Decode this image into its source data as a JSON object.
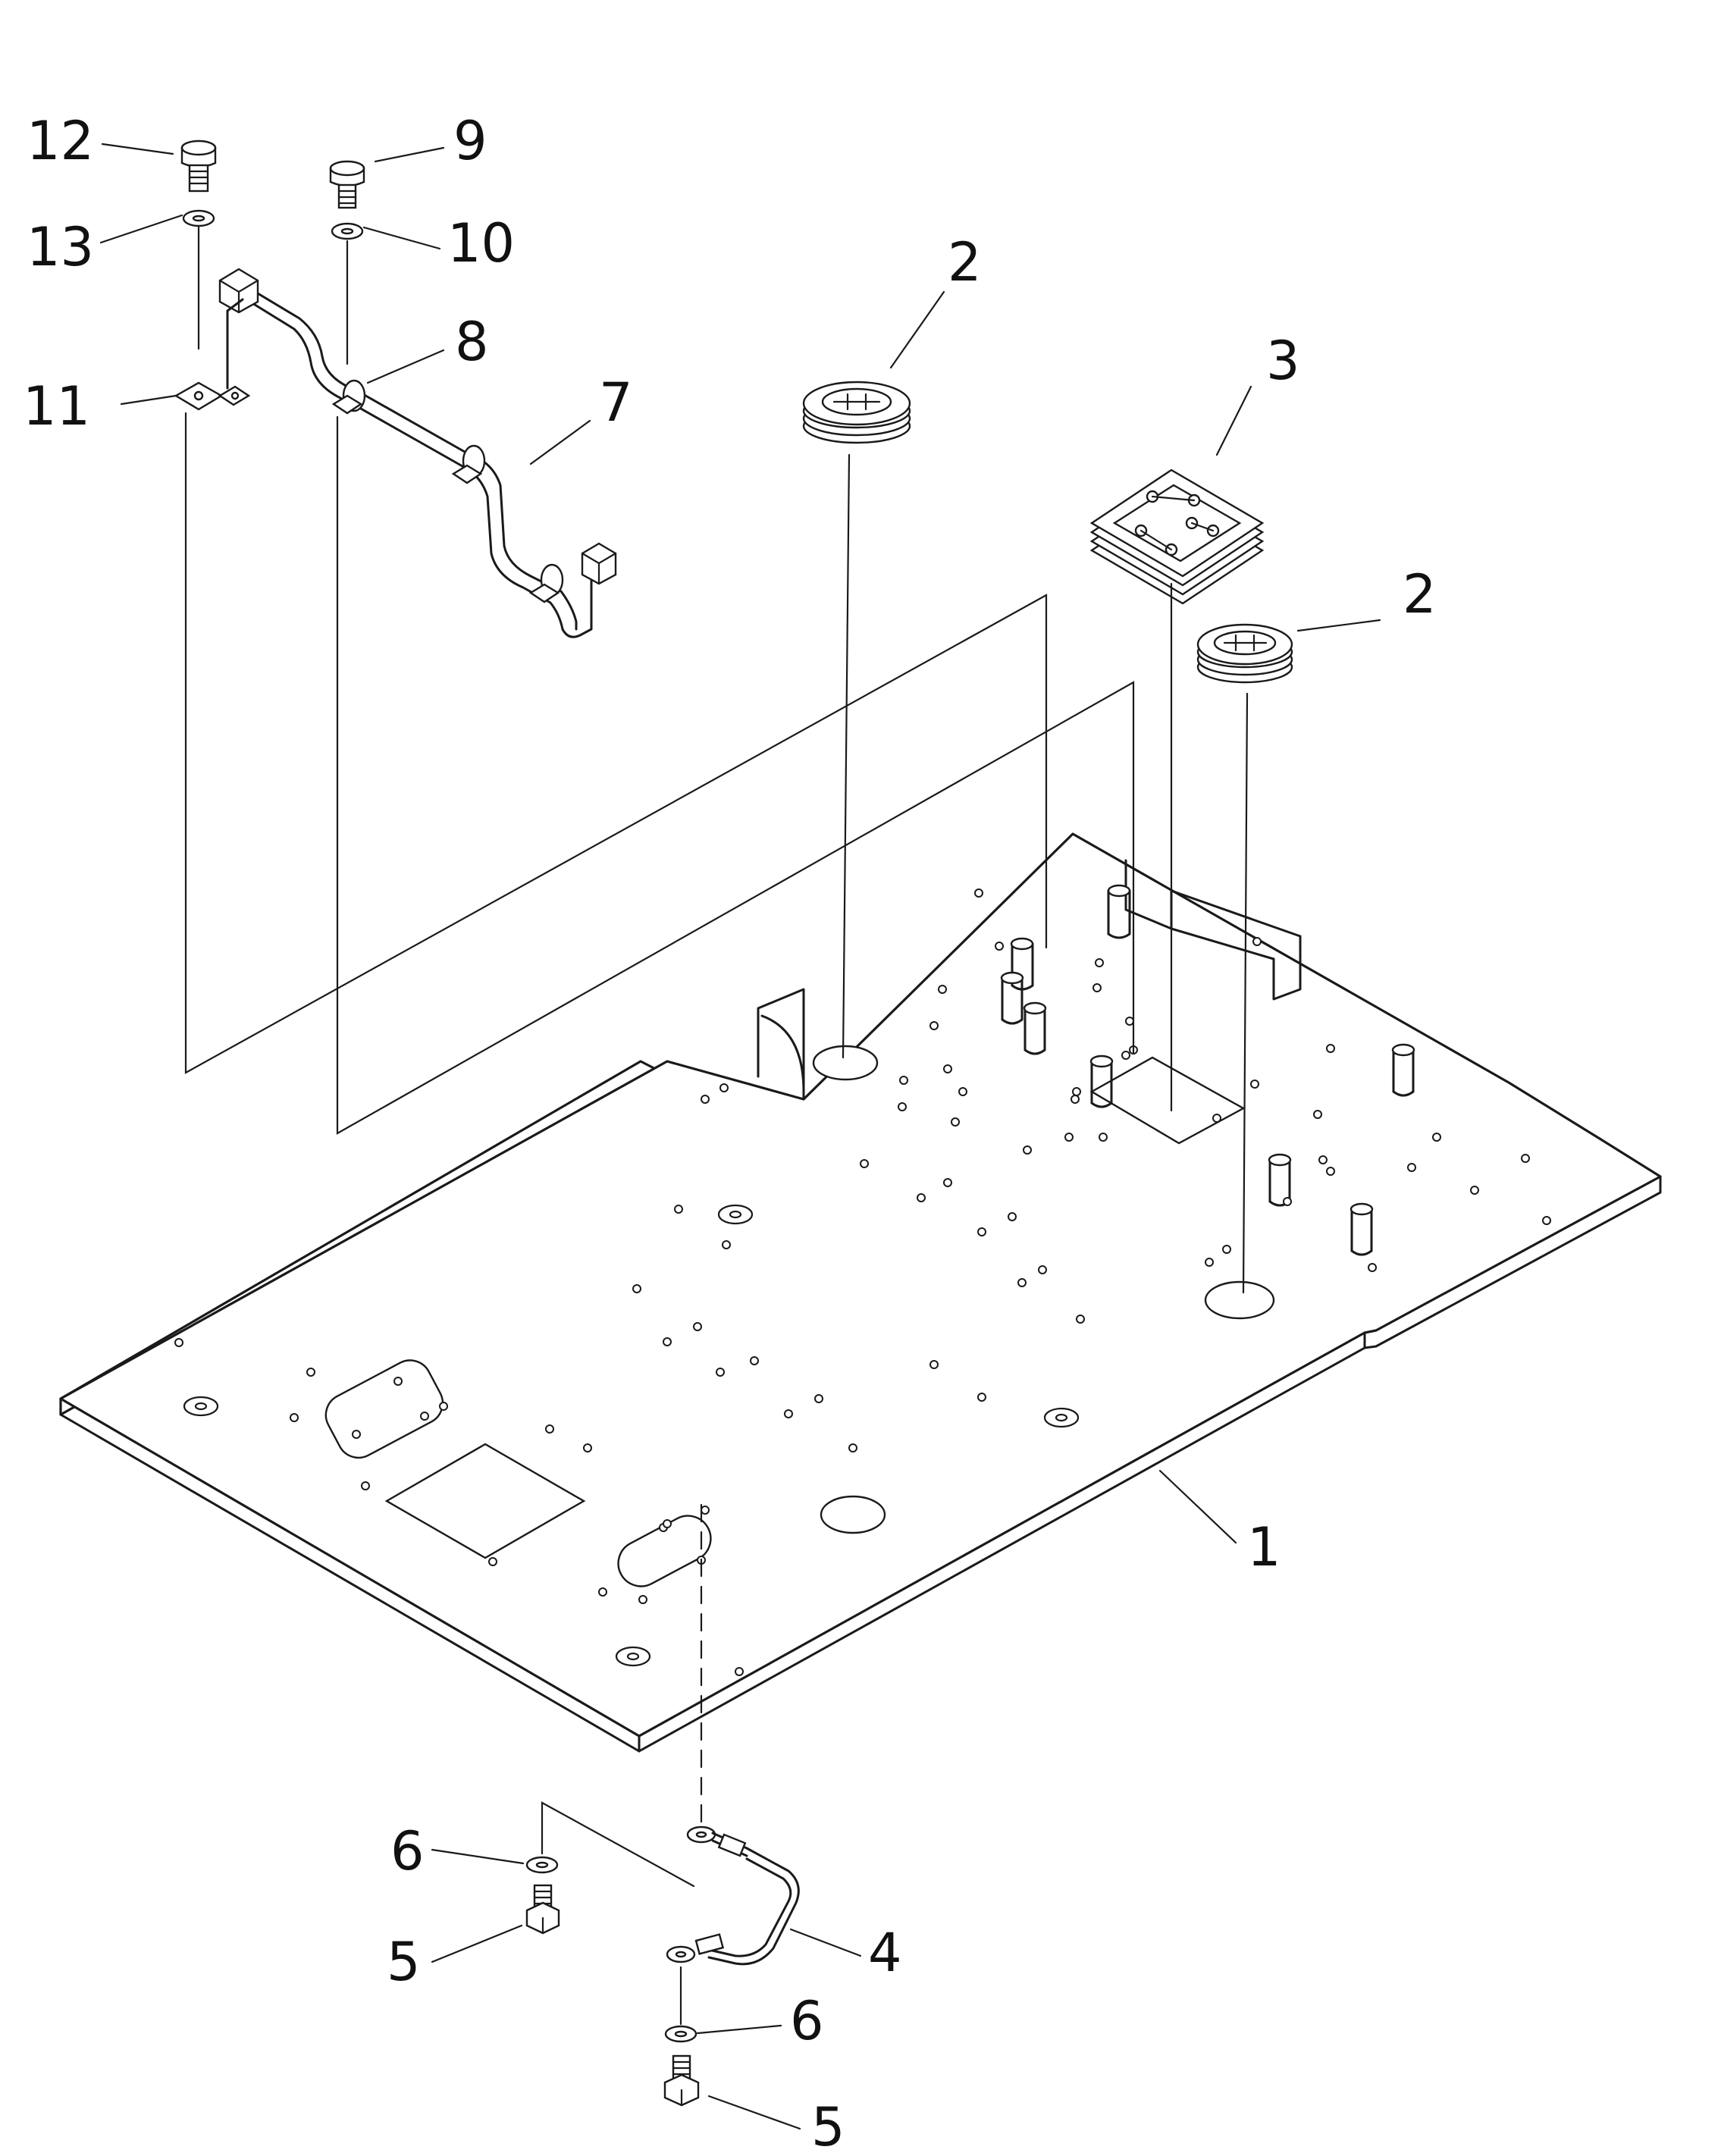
{
  "figure": {
    "type": "exploded-parts-diagram",
    "callouts": [
      "1",
      "2",
      "2",
      "3",
      "4",
      "5",
      "5",
      "6",
      "6",
      "7",
      "8",
      "9",
      "10",
      "11",
      "12",
      "13"
    ]
  }
}
